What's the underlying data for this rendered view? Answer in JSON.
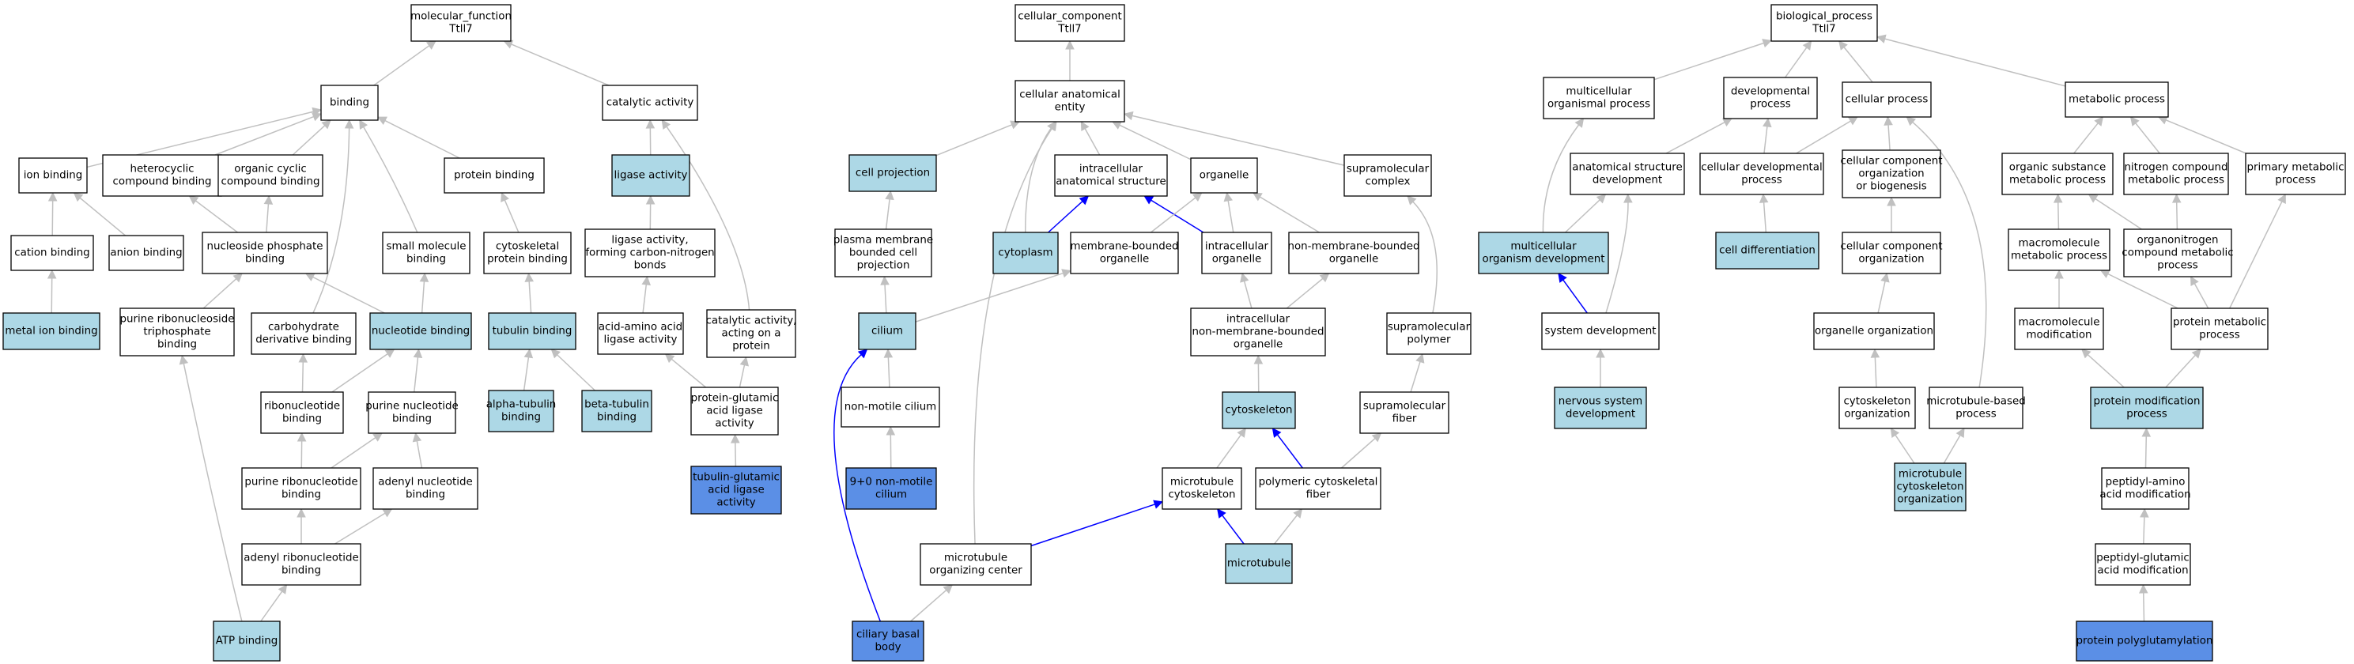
{
  "colors": {
    "plain": "#ffffff",
    "light": "#add8e6",
    "strong": "#5b8fe6",
    "edge_gray": "#c0c0c0",
    "edge_blue": "#0000ff"
  },
  "nodes": [
    {
      "id": "mf",
      "lines": [
        "molecular_function",
        "Ttll7"
      ],
      "fill": "plain"
    },
    {
      "id": "binding",
      "lines": [
        "binding"
      ],
      "fill": "plain"
    },
    {
      "id": "catalytic",
      "lines": [
        "catalytic activity"
      ],
      "fill": "plain"
    },
    {
      "id": "ionb",
      "lines": [
        "ion binding"
      ],
      "fill": "plain"
    },
    {
      "id": "hetero",
      "lines": [
        "heterocyclic",
        "compound binding"
      ],
      "fill": "plain"
    },
    {
      "id": "orgcyc",
      "lines": [
        "organic cyclic",
        "compound binding"
      ],
      "fill": "plain"
    },
    {
      "id": "protb",
      "lines": [
        "protein binding"
      ],
      "fill": "plain"
    },
    {
      "id": "ligase",
      "lines": [
        "ligase activity"
      ],
      "fill": "light"
    },
    {
      "id": "cation",
      "lines": [
        "cation binding"
      ],
      "fill": "plain"
    },
    {
      "id": "anion",
      "lines": [
        "anion binding"
      ],
      "fill": "plain"
    },
    {
      "id": "nucphos",
      "lines": [
        "nucleoside phosphate",
        "binding"
      ],
      "fill": "plain"
    },
    {
      "id": "smallmol",
      "lines": [
        "small molecule",
        "binding"
      ],
      "fill": "plain"
    },
    {
      "id": "cytoskb",
      "lines": [
        "cytoskeletal",
        "protein binding"
      ],
      "fill": "plain"
    },
    {
      "id": "ligcn",
      "lines": [
        "ligase activity,",
        "forming carbon-nitrogen",
        "bonds"
      ],
      "fill": "plain"
    },
    {
      "id": "metalion",
      "lines": [
        "metal ion binding"
      ],
      "fill": "light"
    },
    {
      "id": "purtri",
      "lines": [
        "purine ribonucleoside",
        "triphosphate",
        "binding"
      ],
      "fill": "plain"
    },
    {
      "id": "carbo",
      "lines": [
        "carbohydrate",
        "derivative binding"
      ],
      "fill": "plain"
    },
    {
      "id": "nucleotide",
      "lines": [
        "nucleotide binding"
      ],
      "fill": "light"
    },
    {
      "id": "tubulin",
      "lines": [
        "tubulin binding"
      ],
      "fill": "light"
    },
    {
      "id": "aaligase",
      "lines": [
        "acid-amino acid",
        "ligase activity"
      ],
      "fill": "plain"
    },
    {
      "id": "catprot",
      "lines": [
        "catalytic activity,",
        "acting on a",
        "protein"
      ],
      "fill": "plain"
    },
    {
      "id": "ribonuc",
      "lines": [
        "ribonucleotide",
        "binding"
      ],
      "fill": "plain"
    },
    {
      "id": "purnuc",
      "lines": [
        "purine nucleotide",
        "binding"
      ],
      "fill": "plain"
    },
    {
      "id": "alphatub",
      "lines": [
        "alpha-tubulin",
        "binding"
      ],
      "fill": "light"
    },
    {
      "id": "betatub",
      "lines": [
        "beta-tubulin",
        "binding"
      ],
      "fill": "light"
    },
    {
      "id": "protglu",
      "lines": [
        "protein-glutamic",
        "acid ligase",
        "activity"
      ],
      "fill": "plain"
    },
    {
      "id": "purribonuc",
      "lines": [
        "purine ribonucleotide",
        "binding"
      ],
      "fill": "plain"
    },
    {
      "id": "adenylnuc",
      "lines": [
        "adenyl nucleotide",
        "binding"
      ],
      "fill": "plain"
    },
    {
      "id": "tubglu",
      "lines": [
        "tubulin-glutamic",
        "acid ligase",
        "activity"
      ],
      "fill": "strong"
    },
    {
      "id": "adenylribo",
      "lines": [
        "adenyl ribonucleotide",
        "binding"
      ],
      "fill": "plain"
    },
    {
      "id": "atp",
      "lines": [
        "ATP binding"
      ],
      "fill": "light"
    },
    {
      "id": "cc",
      "lines": [
        "cellular_component",
        "Ttll7"
      ],
      "fill": "plain"
    },
    {
      "id": "cae",
      "lines": [
        "cellular anatomical",
        "entity"
      ],
      "fill": "plain"
    },
    {
      "id": "cellproj",
      "lines": [
        "cell projection"
      ],
      "fill": "light"
    },
    {
      "id": "intraanat",
      "lines": [
        "intracellular",
        "anatomical structure"
      ],
      "fill": "plain"
    },
    {
      "id": "organelle",
      "lines": [
        "organelle"
      ],
      "fill": "plain"
    },
    {
      "id": "supramol",
      "lines": [
        "supramolecular",
        "complex"
      ],
      "fill": "plain"
    },
    {
      "id": "pmbcp",
      "lines": [
        "plasma membrane",
        "bounded cell",
        "projection"
      ],
      "fill": "plain"
    },
    {
      "id": "cytoplasm",
      "lines": [
        "cytoplasm"
      ],
      "fill": "light"
    },
    {
      "id": "membbound",
      "lines": [
        "membrane-bounded",
        "organelle"
      ],
      "fill": "plain"
    },
    {
      "id": "intraorg",
      "lines": [
        "intracellular",
        "organelle"
      ],
      "fill": "plain"
    },
    {
      "id": "nonmemb",
      "lines": [
        "non-membrane-bounded",
        "organelle"
      ],
      "fill": "plain"
    },
    {
      "id": "cilium",
      "lines": [
        "cilium"
      ],
      "fill": "light"
    },
    {
      "id": "intranonmemb",
      "lines": [
        "intracellular",
        "non-membrane-bounded",
        "organelle"
      ],
      "fill": "plain"
    },
    {
      "id": "supramolpoly",
      "lines": [
        "supramolecular",
        "polymer"
      ],
      "fill": "plain"
    },
    {
      "id": "nonmotile",
      "lines": [
        "non-motile cilium"
      ],
      "fill": "plain"
    },
    {
      "id": "cytoskeleton",
      "lines": [
        "cytoskeleton"
      ],
      "fill": "light"
    },
    {
      "id": "supramolfiber",
      "lines": [
        "supramolecular",
        "fiber"
      ],
      "fill": "plain"
    },
    {
      "id": "ninezero",
      "lines": [
        "9+0 non-motile",
        "cilium"
      ],
      "fill": "strong"
    },
    {
      "id": "mtcyto",
      "lines": [
        "microtubule",
        "cytoskeleton"
      ],
      "fill": "plain"
    },
    {
      "id": "polycyto",
      "lines": [
        "polymeric cytoskeletal",
        "fiber"
      ],
      "fill": "plain"
    },
    {
      "id": "mtoc",
      "lines": [
        "microtubule",
        "organizing center"
      ],
      "fill": "plain"
    },
    {
      "id": "microtubule",
      "lines": [
        "microtubule"
      ],
      "fill": "light"
    },
    {
      "id": "basal",
      "lines": [
        "ciliary basal",
        "body"
      ],
      "fill": "strong"
    },
    {
      "id": "bp",
      "lines": [
        "biological_process",
        "Ttll7"
      ],
      "fill": "plain"
    },
    {
      "id": "multicell",
      "lines": [
        "multicellular",
        "organismal process"
      ],
      "fill": "plain"
    },
    {
      "id": "devproc",
      "lines": [
        "developmental",
        "process"
      ],
      "fill": "plain"
    },
    {
      "id": "cellproc",
      "lines": [
        "cellular process"
      ],
      "fill": "plain"
    },
    {
      "id": "metabproc",
      "lines": [
        "metabolic process"
      ],
      "fill": "plain"
    },
    {
      "id": "anatdev",
      "lines": [
        "anatomical structure",
        "development"
      ],
      "fill": "plain"
    },
    {
      "id": "celldev",
      "lines": [
        "cellular developmental",
        "process"
      ],
      "fill": "plain"
    },
    {
      "id": "ccorgbio",
      "lines": [
        "cellular component",
        "organization",
        "or biogenesis"
      ],
      "fill": "plain"
    },
    {
      "id": "orgsubst",
      "lines": [
        "organic substance",
        "metabolic process"
      ],
      "fill": "plain"
    },
    {
      "id": "nitrocomp",
      "lines": [
        "nitrogen compound",
        "metabolic process"
      ],
      "fill": "plain"
    },
    {
      "id": "primmetab",
      "lines": [
        "primary metabolic",
        "process"
      ],
      "fill": "plain"
    },
    {
      "id": "multidev",
      "lines": [
        "multicellular",
        "organism development"
      ],
      "fill": "light"
    },
    {
      "id": "celldiff",
      "lines": [
        "cell differentiation"
      ],
      "fill": "light"
    },
    {
      "id": "ccorg",
      "lines": [
        "cellular component",
        "organization"
      ],
      "fill": "plain"
    },
    {
      "id": "macrometab",
      "lines": [
        "macromolecule",
        "metabolic process"
      ],
      "fill": "plain"
    },
    {
      "id": "organonitro",
      "lines": [
        "organonitrogen",
        "compound metabolic",
        "process"
      ],
      "fill": "plain"
    },
    {
      "id": "sysdev",
      "lines": [
        "system development"
      ],
      "fill": "plain"
    },
    {
      "id": "orgorg",
      "lines": [
        "organelle organization"
      ],
      "fill": "plain"
    },
    {
      "id": "macromod",
      "lines": [
        "macromolecule",
        "modification"
      ],
      "fill": "plain"
    },
    {
      "id": "protmetab",
      "lines": [
        "protein metabolic",
        "process"
      ],
      "fill": "plain"
    },
    {
      "id": "nervdev",
      "lines": [
        "nervous system",
        "development"
      ],
      "fill": "light"
    },
    {
      "id": "cytoorg",
      "lines": [
        "cytoskeleton",
        "organization"
      ],
      "fill": "plain"
    },
    {
      "id": "mtbased",
      "lines": [
        "microtubule-based",
        "process"
      ],
      "fill": "plain"
    },
    {
      "id": "protmod",
      "lines": [
        "protein modification",
        "process"
      ],
      "fill": "light"
    },
    {
      "id": "mtcytoorg",
      "lines": [
        "microtubule",
        "cytoskeleton",
        "organization"
      ],
      "fill": "light"
    },
    {
      "id": "peptamino",
      "lines": [
        "peptidyl-amino",
        "acid modification"
      ],
      "fill": "plain"
    },
    {
      "id": "peptglu",
      "lines": [
        "peptidyl-glutamic",
        "acid modification"
      ],
      "fill": "plain"
    },
    {
      "id": "polyglu",
      "lines": [
        "protein polyglutamylation"
      ],
      "fill": "strong"
    }
  ],
  "edges": [
    {
      "from": "binding",
      "to": "mf",
      "color": "edge_gray"
    },
    {
      "from": "catalytic",
      "to": "mf",
      "color": "edge_gray"
    },
    {
      "from": "ionb",
      "to": "binding",
      "color": "edge_gray"
    },
    {
      "from": "hetero",
      "to": "binding",
      "color": "edge_gray"
    },
    {
      "from": "orgcyc",
      "to": "binding",
      "color": "edge_gray"
    },
    {
      "from": "protb",
      "to": "binding",
      "color": "edge_gray"
    },
    {
      "from": "smallmol",
      "to": "binding",
      "color": "edge_gray"
    },
    {
      "from": "carbo",
      "to": "binding",
      "color": "edge_gray"
    },
    {
      "from": "ligase",
      "to": "catalytic",
      "color": "edge_gray"
    },
    {
      "from": "catprot",
      "to": "catalytic",
      "color": "edge_gray"
    },
    {
      "from": "cation",
      "to": "ionb",
      "color": "edge_gray"
    },
    {
      "from": "anion",
      "to": "ionb",
      "color": "edge_gray"
    },
    {
      "from": "nucphos",
      "to": "hetero",
      "color": "edge_gray"
    },
    {
      "from": "nucphos",
      "to": "orgcyc",
      "color": "edge_gray"
    },
    {
      "from": "cytoskb",
      "to": "protb",
      "color": "edge_gray"
    },
    {
      "from": "ligcn",
      "to": "ligase",
      "color": "edge_gray"
    },
    {
      "from": "metalion",
      "to": "cation",
      "color": "edge_gray"
    },
    {
      "from": "purtri",
      "to": "nucphos",
      "color": "edge_gray"
    },
    {
      "from": "nucleotide",
      "to": "nucphos",
      "color": "edge_gray"
    },
    {
      "from": "nucleotide",
      "to": "smallmol",
      "color": "edge_gray"
    },
    {
      "from": "tubulin",
      "to": "cytoskb",
      "color": "edge_gray"
    },
    {
      "from": "aaligase",
      "to": "ligcn",
      "color": "edge_gray"
    },
    {
      "from": "ribonuc",
      "to": "carbo",
      "color": "edge_gray"
    },
    {
      "from": "ribonuc",
      "to": "nucleotide",
      "color": "edge_gray"
    },
    {
      "from": "purnuc",
      "to": "nucleotide",
      "color": "edge_gray"
    },
    {
      "from": "alphatub",
      "to": "tubulin",
      "color": "edge_gray"
    },
    {
      "from": "betatub",
      "to": "tubulin",
      "color": "edge_gray"
    },
    {
      "from": "protglu",
      "to": "aaligase",
      "color": "edge_gray"
    },
    {
      "from": "protglu",
      "to": "catprot",
      "color": "edge_gray"
    },
    {
      "from": "purribonuc",
      "to": "ribonuc",
      "color": "edge_gray"
    },
    {
      "from": "purribonuc",
      "to": "purnuc",
      "color": "edge_gray"
    },
    {
      "from": "adenylnuc",
      "to": "purnuc",
      "color": "edge_gray"
    },
    {
      "from": "tubglu",
      "to": "protglu",
      "color": "edge_gray"
    },
    {
      "from": "adenylribo",
      "to": "purribonuc",
      "color": "edge_gray"
    },
    {
      "from": "adenylribo",
      "to": "adenylnuc",
      "color": "edge_gray"
    },
    {
      "from": "atp",
      "to": "adenylribo",
      "color": "edge_gray"
    },
    {
      "from": "atp",
      "to": "purtri",
      "color": "edge_gray"
    },
    {
      "from": "cae",
      "to": "cc",
      "color": "edge_gray"
    },
    {
      "from": "cellproj",
      "to": "cae",
      "color": "edge_gray"
    },
    {
      "from": "intraanat",
      "to": "cae",
      "color": "edge_gray"
    },
    {
      "from": "organelle",
      "to": "cae",
      "color": "edge_gray"
    },
    {
      "from": "supramol",
      "to": "cae",
      "color": "edge_gray"
    },
    {
      "from": "cytoplasm",
      "to": "cae",
      "color": "edge_gray"
    },
    {
      "from": "mtoc",
      "to": "cae",
      "color": "edge_gray"
    },
    {
      "from": "pmbcp",
      "to": "cellproj",
      "color": "edge_gray"
    },
    {
      "from": "cytoplasm",
      "to": "intraanat",
      "color": "edge_blue"
    },
    {
      "from": "intraorg",
      "to": "intraanat",
      "color": "edge_blue"
    },
    {
      "from": "membbound",
      "to": "organelle",
      "color": "edge_gray"
    },
    {
      "from": "intraorg",
      "to": "organelle",
      "color": "edge_gray"
    },
    {
      "from": "nonmemb",
      "to": "organelle",
      "color": "edge_gray"
    },
    {
      "from": "cilium",
      "to": "pmbcp",
      "color": "edge_gray"
    },
    {
      "from": "cilium",
      "to": "membbound",
      "color": "edge_gray"
    },
    {
      "from": "intranonmemb",
      "to": "intraorg",
      "color": "edge_gray"
    },
    {
      "from": "intranonmemb",
      "to": "nonmemb",
      "color": "edge_gray"
    },
    {
      "from": "supramolpoly",
      "to": "supramol",
      "color": "edge_gray"
    },
    {
      "from": "nonmotile",
      "to": "cilium",
      "color": "edge_gray"
    },
    {
      "from": "cytoskeleton",
      "to": "intranonmemb",
      "color": "edge_gray"
    },
    {
      "from": "supramolfiber",
      "to": "supramolpoly",
      "color": "edge_gray"
    },
    {
      "from": "ninezero",
      "to": "nonmotile",
      "color": "edge_gray"
    },
    {
      "from": "mtcyto",
      "to": "cytoskeleton",
      "color": "edge_gray"
    },
    {
      "from": "polycyto",
      "to": "cytoskeleton",
      "color": "edge_blue"
    },
    {
      "from": "polycyto",
      "to": "supramolfiber",
      "color": "edge_gray"
    },
    {
      "from": "mtoc",
      "to": "mtcyto",
      "color": "edge_blue"
    },
    {
      "from": "microtubule",
      "to": "mtcyto",
      "color": "edge_blue"
    },
    {
      "from": "microtubule",
      "to": "polycyto",
      "color": "edge_gray"
    },
    {
      "from": "basal",
      "to": "mtoc",
      "color": "edge_gray"
    },
    {
      "from": "basal",
      "to": "cilium",
      "color": "edge_blue"
    },
    {
      "from": "multicell",
      "to": "bp",
      "color": "edge_gray"
    },
    {
      "from": "devproc",
      "to": "bp",
      "color": "edge_gray"
    },
    {
      "from": "cellproc",
      "to": "bp",
      "color": "edge_gray"
    },
    {
      "from": "metabproc",
      "to": "bp",
      "color": "edge_gray"
    },
    {
      "from": "multidev",
      "to": "multicell",
      "color": "edge_gray"
    },
    {
      "from": "anatdev",
      "to": "devproc",
      "color": "edge_gray"
    },
    {
      "from": "celldev",
      "to": "devproc",
      "color": "edge_gray"
    },
    {
      "from": "celldev",
      "to": "cellproc",
      "color": "edge_gray"
    },
    {
      "from": "ccorgbio",
      "to": "cellproc",
      "color": "edge_gray"
    },
    {
      "from": "mtbased",
      "to": "cellproc",
      "color": "edge_gray"
    },
    {
      "from": "orgsubst",
      "to": "metabproc",
      "color": "edge_gray"
    },
    {
      "from": "nitrocomp",
      "to": "metabproc",
      "color": "edge_gray"
    },
    {
      "from": "primmetab",
      "to": "metabproc",
      "color": "edge_gray"
    },
    {
      "from": "multidev",
      "to": "anatdev",
      "color": "edge_gray"
    },
    {
      "from": "sysdev",
      "to": "anatdev",
      "color": "edge_gray"
    },
    {
      "from": "celldiff",
      "to": "celldev",
      "color": "edge_gray"
    },
    {
      "from": "ccorg",
      "to": "ccorgbio",
      "color": "edge_gray"
    },
    {
      "from": "macrometab",
      "to": "orgsubst",
      "color": "edge_gray"
    },
    {
      "from": "organonitro",
      "to": "orgsubst",
      "color": "edge_gray"
    },
    {
      "from": "organonitro",
      "to": "nitrocomp",
      "color": "edge_gray"
    },
    {
      "from": "protmetab",
      "to": "primmetab",
      "color": "edge_gray"
    },
    {
      "from": "sysdev",
      "to": "multidev",
      "color": "edge_blue"
    },
    {
      "from": "orgorg",
      "to": "ccorg",
      "color": "edge_gray"
    },
    {
      "from": "macromod",
      "to": "macrometab",
      "color": "edge_gray"
    },
    {
      "from": "protmetab",
      "to": "macrometab",
      "color": "edge_gray"
    },
    {
      "from": "protmetab",
      "to": "organonitro",
      "color": "edge_gray"
    },
    {
      "from": "nervdev",
      "to": "sysdev",
      "color": "edge_gray"
    },
    {
      "from": "cytoorg",
      "to": "orgorg",
      "color": "edge_gray"
    },
    {
      "from": "protmod",
      "to": "macromod",
      "color": "edge_gray"
    },
    {
      "from": "protmod",
      "to": "protmetab",
      "color": "edge_gray"
    },
    {
      "from": "mtcytoorg",
      "to": "cytoorg",
      "color": "edge_gray"
    },
    {
      "from": "mtcytoorg",
      "to": "mtbased",
      "color": "edge_gray"
    },
    {
      "from": "peptamino",
      "to": "protmod",
      "color": "edge_gray"
    },
    {
      "from": "peptglu",
      "to": "peptamino",
      "color": "edge_gray"
    },
    {
      "from": "polyglu",
      "to": "peptglu",
      "color": "edge_gray"
    }
  ]
}
